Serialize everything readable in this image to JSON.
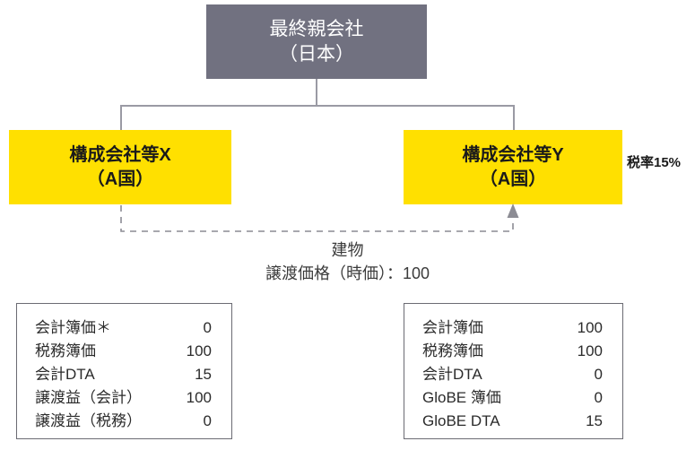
{
  "diagram": {
    "nodes": {
      "parent": {
        "name": "最終親会社",
        "jurisdiction": "（日本）",
        "fill": "#717180",
        "text_color": "#ffffff"
      },
      "subsidiary_x": {
        "name": "構成会社等X",
        "jurisdiction": "（A国）",
        "fill": "#ffe000",
        "text_color": "#1a1a1a"
      },
      "subsidiary_y": {
        "name": "構成会社等Y",
        "jurisdiction": "（A国）",
        "fill": "#ffe000",
        "text_color": "#1a1a1a"
      }
    },
    "annotations": {
      "tax_rate": "税率15%",
      "transfer_asset": "建物",
      "transfer_price": "譲渡価格（時価）：100"
    },
    "tables": {
      "left": {
        "rows": [
          {
            "label": "会計簿価＊",
            "value": "0"
          },
          {
            "label": "税務簿価",
            "value": "100"
          },
          {
            "label": "会計DTA",
            "value": "15"
          },
          {
            "label": "譲渡益（会計）",
            "value": "100"
          },
          {
            "label": "譲渡益（税務）",
            "value": "0"
          }
        ]
      },
      "right": {
        "rows": [
          {
            "label": "会計簿価",
            "value": "100"
          },
          {
            "label": "税務簿価",
            "value": "100"
          },
          {
            "label": "会計DTA",
            "value": "0"
          },
          {
            "label": "GloBE 簿価",
            "value": "0"
          },
          {
            "label": "GloBE DTA",
            "value": "15"
          }
        ]
      }
    },
    "colors": {
      "connector": "#9a9aa4",
      "dashed_arrow": "#8c8c94",
      "table_border": "#6b6b73"
    }
  }
}
